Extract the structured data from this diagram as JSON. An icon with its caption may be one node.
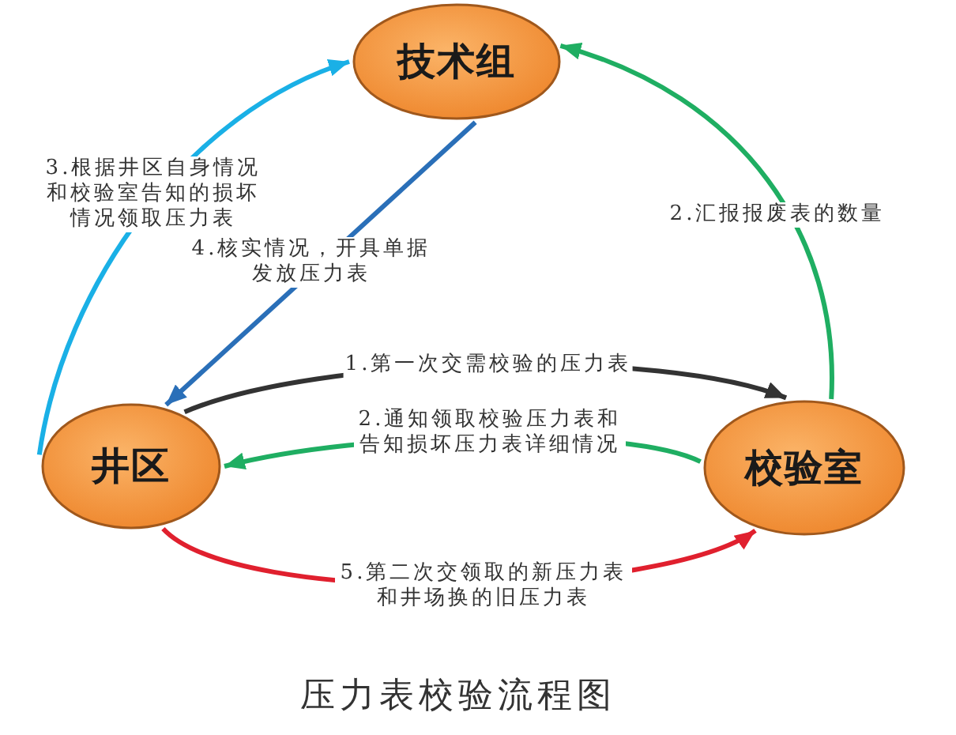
{
  "diagram": {
    "caption": "压力表校验流程图",
    "nodes": [
      {
        "text": [
          "技术组"
        ]
      },
      {
        "text": [
          "井区"
        ]
      },
      {
        "text": [
          "校验室"
        ]
      }
    ],
    "edges": [
      {
        "from": 1,
        "to": 0,
        "arrow": "to",
        "label": "3.根据井区自身情况和校验室告知的损坏情况领取压力表",
        "color": "#1ab0e6"
      },
      {
        "from": 0,
        "to": 1,
        "arrow": "to",
        "label": "4.核实情况，开具单据发放压力表",
        "color": "#2a6fb8"
      },
      {
        "from": 2,
        "to": 0,
        "arrow": "to",
        "label": "2.汇报报废表的数量",
        "color": "#1fae62"
      },
      {
        "from": 1,
        "to": 2,
        "arrow": "to",
        "label": "1.第一次交需校验的压力表",
        "color": "#333333"
      },
      {
        "from": 2,
        "to": 1,
        "arrow": "to",
        "label": "2.通知领取校验压力表和告知损坏压力表详细情况",
        "color": "#1fae62"
      },
      {
        "from": 1,
        "to": 2,
        "arrow": "to",
        "label": "5.第二次交领取的新压力表和井场换的旧压力表",
        "color": "#e0202e"
      }
    ]
  }
}
